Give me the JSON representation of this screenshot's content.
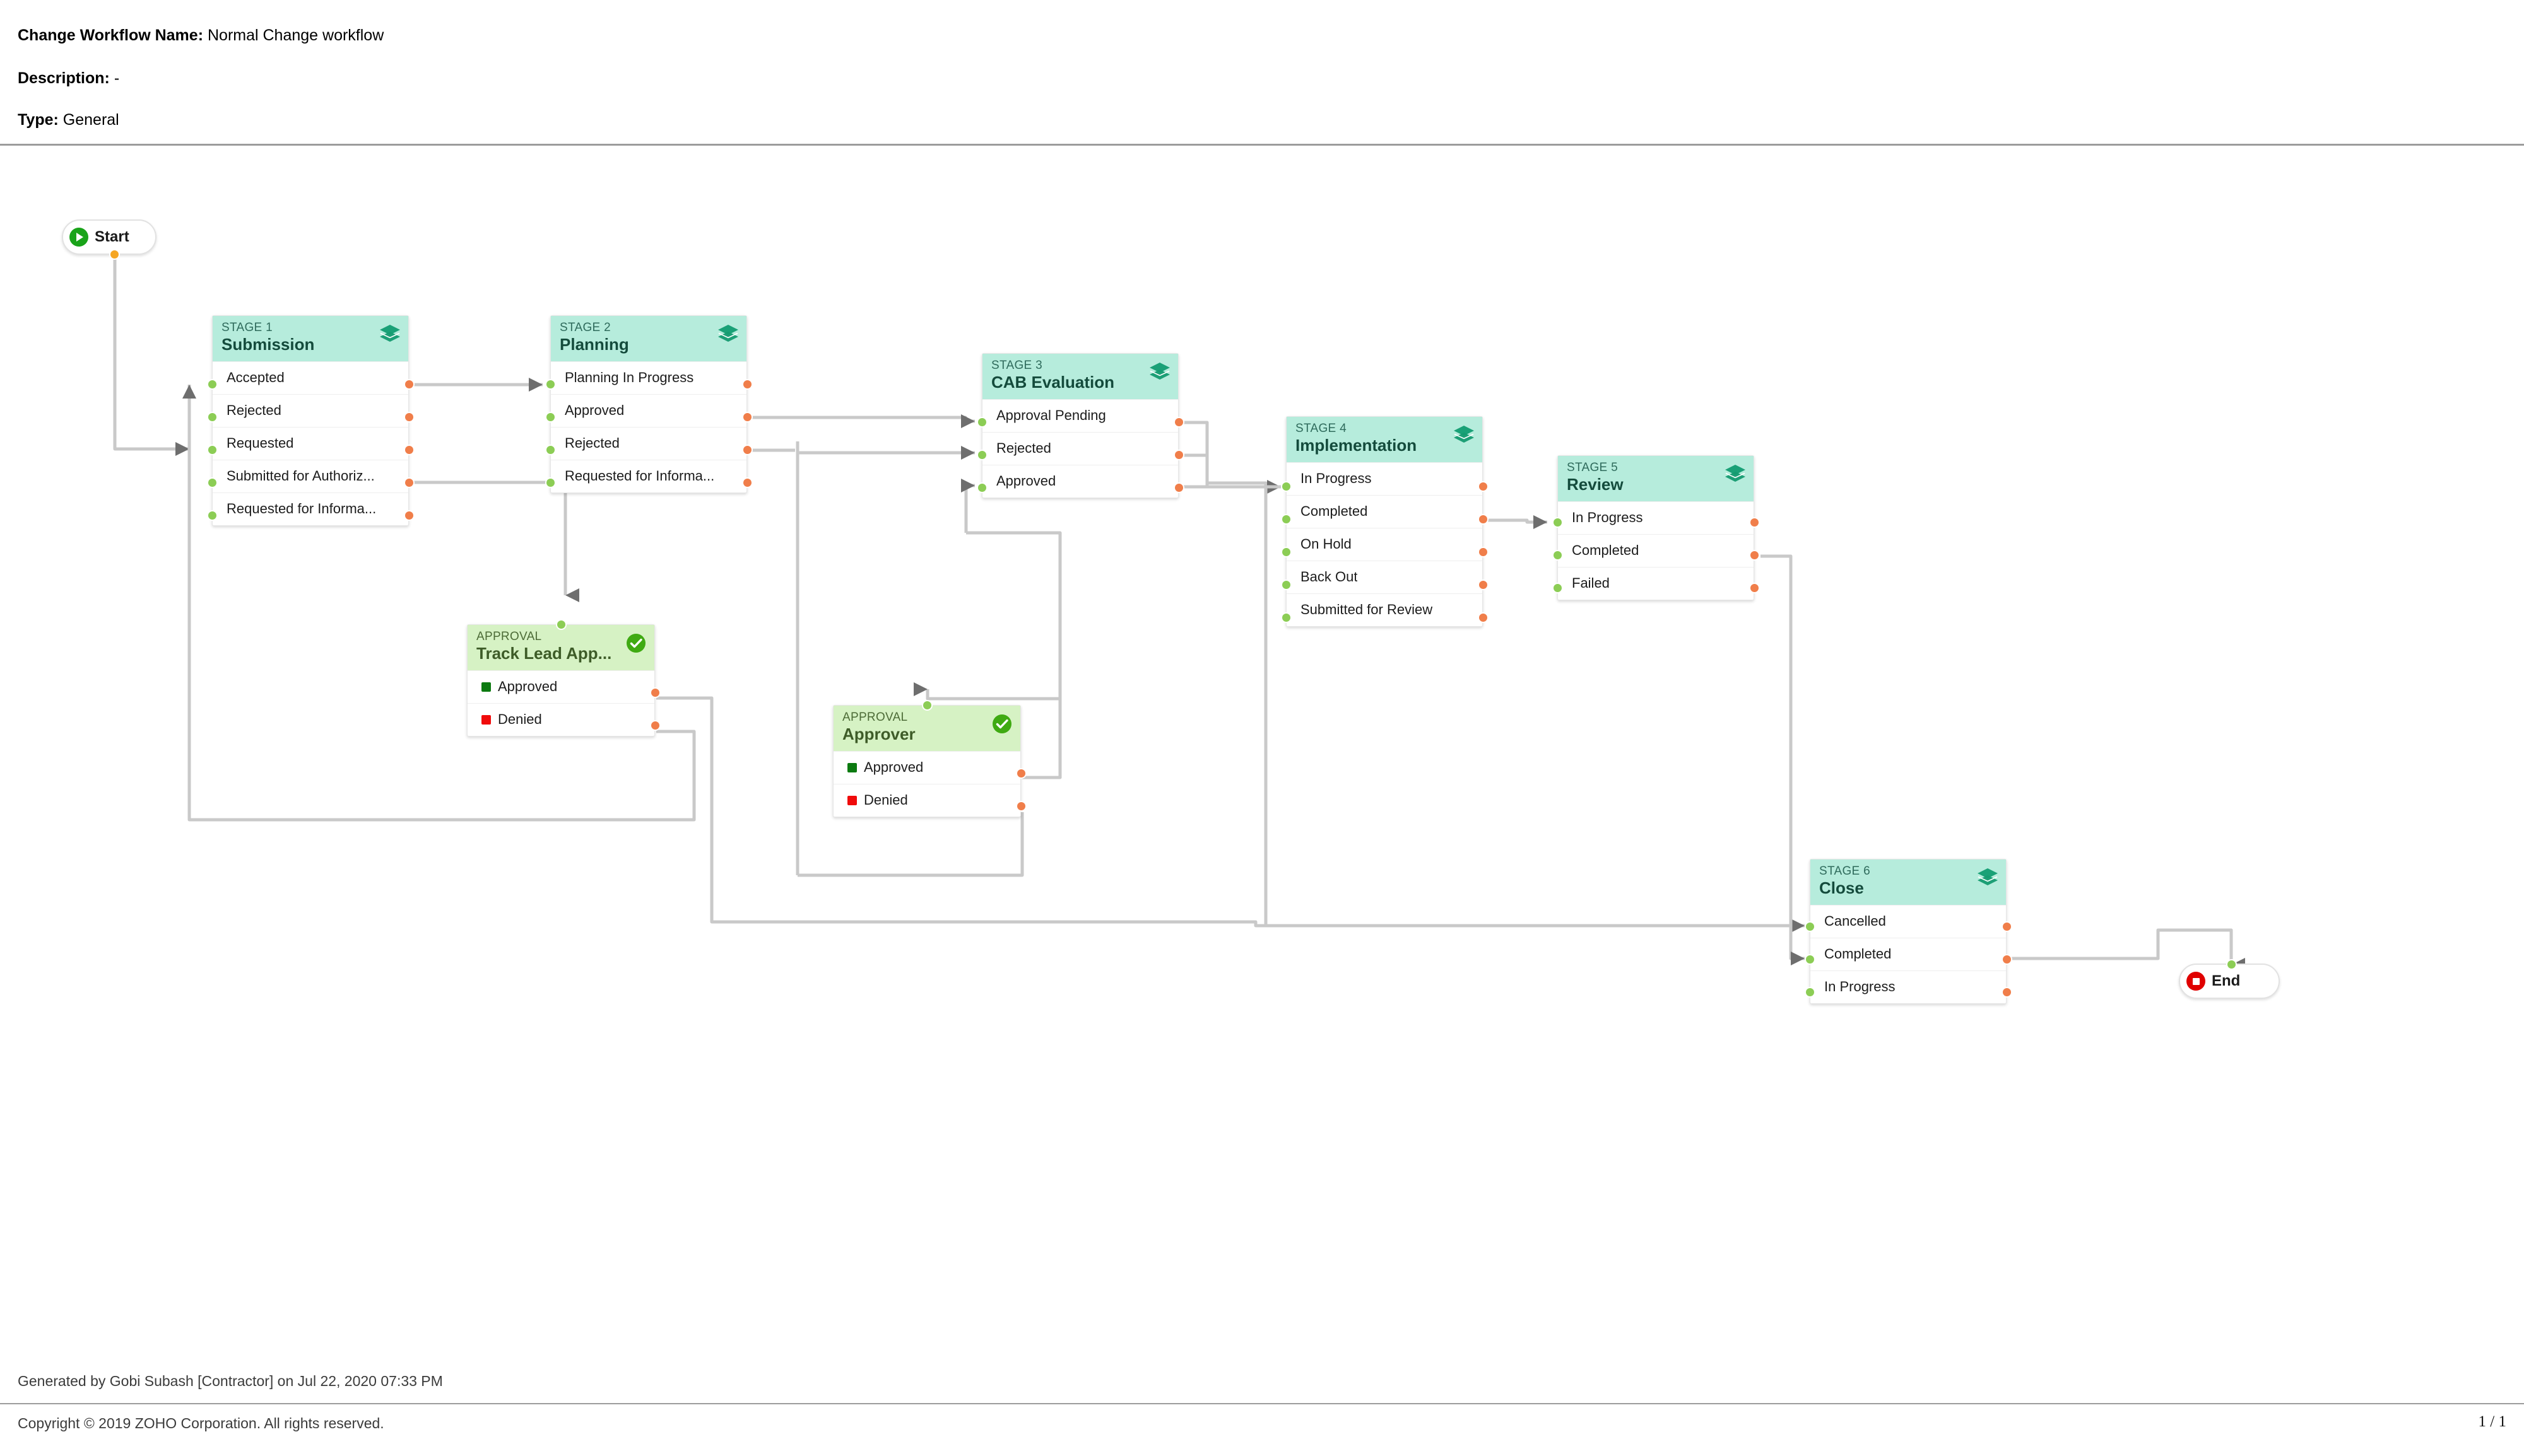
{
  "header": {
    "name_label": "Change Workflow Name:",
    "name_value": "Normal Change workflow",
    "description_label": "Description:",
    "description_value": "-",
    "type_label": "Type:",
    "type_value": "General"
  },
  "footer": {
    "generated": "Generated by Gobi Subash [Contractor] on Jul 22, 2020 07:33 PM",
    "copyright": "Copyright © 2019 ZOHO Corporation. All rights reserved.",
    "page": "1 / 1"
  },
  "colors": {
    "stage_header": "#b6ecdc",
    "approval_header": "#d6f2c4",
    "stage_title": "#144b3c",
    "approval_title": "#3e5c28",
    "in_port": "#8ccd55",
    "out_port": "#f07e4a",
    "start_accent": "#19a319",
    "end_accent": "#e00000",
    "connector": "#c9c9c9"
  },
  "nodes": {
    "start": {
      "label": "Start",
      "icon": "play-circle-icon"
    },
    "end": {
      "label": "End",
      "icon": "stop-circle-icon"
    }
  },
  "stages": [
    {
      "id": "stage1",
      "kicker": "STAGE 1",
      "title": "Submission",
      "icon": "layers-icon",
      "rows": [
        "Accepted",
        "Rejected",
        "Requested",
        "Submitted for Authoriz...",
        "Requested for Informa..."
      ]
    },
    {
      "id": "stage2",
      "kicker": "STAGE 2",
      "title": "Planning",
      "icon": "layers-icon",
      "rows": [
        "Planning In Progress",
        "Approved",
        "Rejected",
        "Requested for Informa..."
      ]
    },
    {
      "id": "stage3",
      "kicker": "STAGE 3",
      "title": "CAB Evaluation",
      "icon": "layers-icon",
      "rows": [
        "Approval Pending",
        "Rejected",
        "Approved"
      ]
    },
    {
      "id": "stage4",
      "kicker": "STAGE 4",
      "title": "Implementation",
      "icon": "layers-icon",
      "rows": [
        "In Progress",
        "Completed",
        "On Hold",
        "Back Out",
        "Submitted for Review"
      ]
    },
    {
      "id": "stage5",
      "kicker": "STAGE 5",
      "title": "Review",
      "icon": "layers-icon",
      "rows": [
        "In Progress",
        "Completed",
        "Failed"
      ]
    },
    {
      "id": "stage6",
      "kicker": "STAGE 6",
      "title": "Close",
      "icon": "layers-icon",
      "rows": [
        "Cancelled",
        "Completed",
        "In Progress"
      ]
    }
  ],
  "approvals": [
    {
      "id": "approval1",
      "kicker": "APPROVAL",
      "title": "Track Lead App...",
      "icon": "check-circle-icon",
      "rows": [
        {
          "label": "Approved",
          "chip": "approved"
        },
        {
          "label": "Denied",
          "chip": "denied"
        }
      ]
    },
    {
      "id": "approval2",
      "kicker": "APPROVAL",
      "title": "Approver",
      "icon": "check-circle-icon",
      "rows": [
        {
          "label": "Approved",
          "chip": "approved"
        },
        {
          "label": "Denied",
          "chip": "denied"
        }
      ]
    }
  ]
}
